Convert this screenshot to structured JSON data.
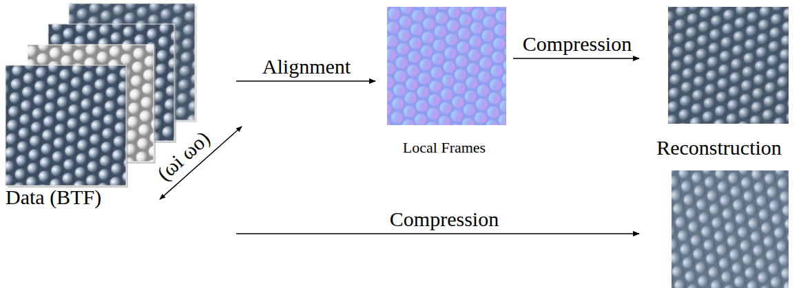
{
  "diagram": {
    "nodes": [
      {
        "text": [
          "Data (BTF)"
        ]
      },
      {
        "text": [
          "Local Frames"
        ]
      },
      {
        "text": [
          "Reconstruction"
        ]
      }
    ],
    "edges": [
      {
        "from": 0,
        "to": 1,
        "arrow": "to",
        "label": "Alignment"
      },
      {
        "from": 1,
        "to": 2,
        "arrow": "to",
        "label": "Compression"
      },
      {
        "from": 0,
        "to": 2,
        "arrow": "to",
        "label": "Compression"
      }
    ],
    "labels": [
      "(ωi ωo)"
    ]
  }
}
